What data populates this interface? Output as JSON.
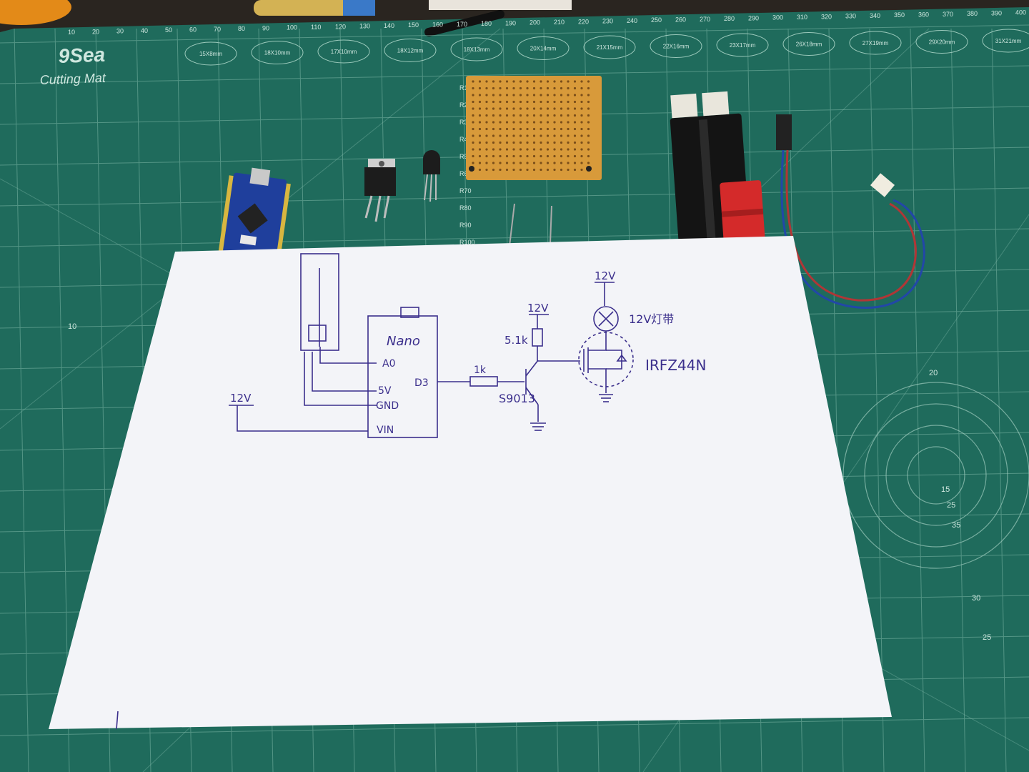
{
  "mat": {
    "brand": "9Sea",
    "product": "Cutting Mat",
    "ruler_top": [
      "10",
      "20",
      "30",
      "40",
      "50",
      "60",
      "70",
      "80",
      "90",
      "100",
      "110",
      "120",
      "130",
      "140",
      "150",
      "160",
      "170",
      "180",
      "190",
      "200",
      "210",
      "220",
      "230",
      "240",
      "250",
      "260",
      "270",
      "280",
      "290",
      "300",
      "310",
      "320",
      "330",
      "340",
      "350",
      "360",
      "370",
      "380",
      "390",
      "400"
    ],
    "circle_sizes": [
      "15X8mm",
      "18X10mm",
      "17X10mm",
      "18X12mm",
      "18X13mm",
      "20X14mm",
      "21X15mm",
      "22X16mm",
      "23X17mm",
      "26X18mm",
      "27X19mm",
      "29X20mm",
      "31X21mm"
    ],
    "left_marks": [
      "R10",
      "R20",
      "R30",
      "R40",
      "R50",
      "R60",
      "R70",
      "R80",
      "R90",
      "R100"
    ],
    "radial_marks": [
      "10",
      "20",
      "15",
      "25",
      "35",
      "30",
      "25"
    ]
  },
  "schematic": {
    "nano_label": "Nano",
    "pin_a0": "A0",
    "pin_5v": "5V",
    "pin_gnd": "GND",
    "pin_vin": "VIN",
    "pin_d3": "D3",
    "supply_left": "12V",
    "supply_pullup": "12V",
    "supply_lamp": "12V",
    "r_pullup": "5.1k",
    "r_base": "1k",
    "transistor": "S9013",
    "lamp_label": "12V灯带",
    "mosfet": "IRFZ44N"
  },
  "colors": {
    "mat": "#1f6b5c",
    "mat_lines": "#7fb8a8",
    "paper": "#f3f4f8",
    "ink": "#3b2f8c",
    "pcb": "#d89a3a",
    "nano_board": "#1f3f9c",
    "slider_knob": "#d42a2a"
  }
}
